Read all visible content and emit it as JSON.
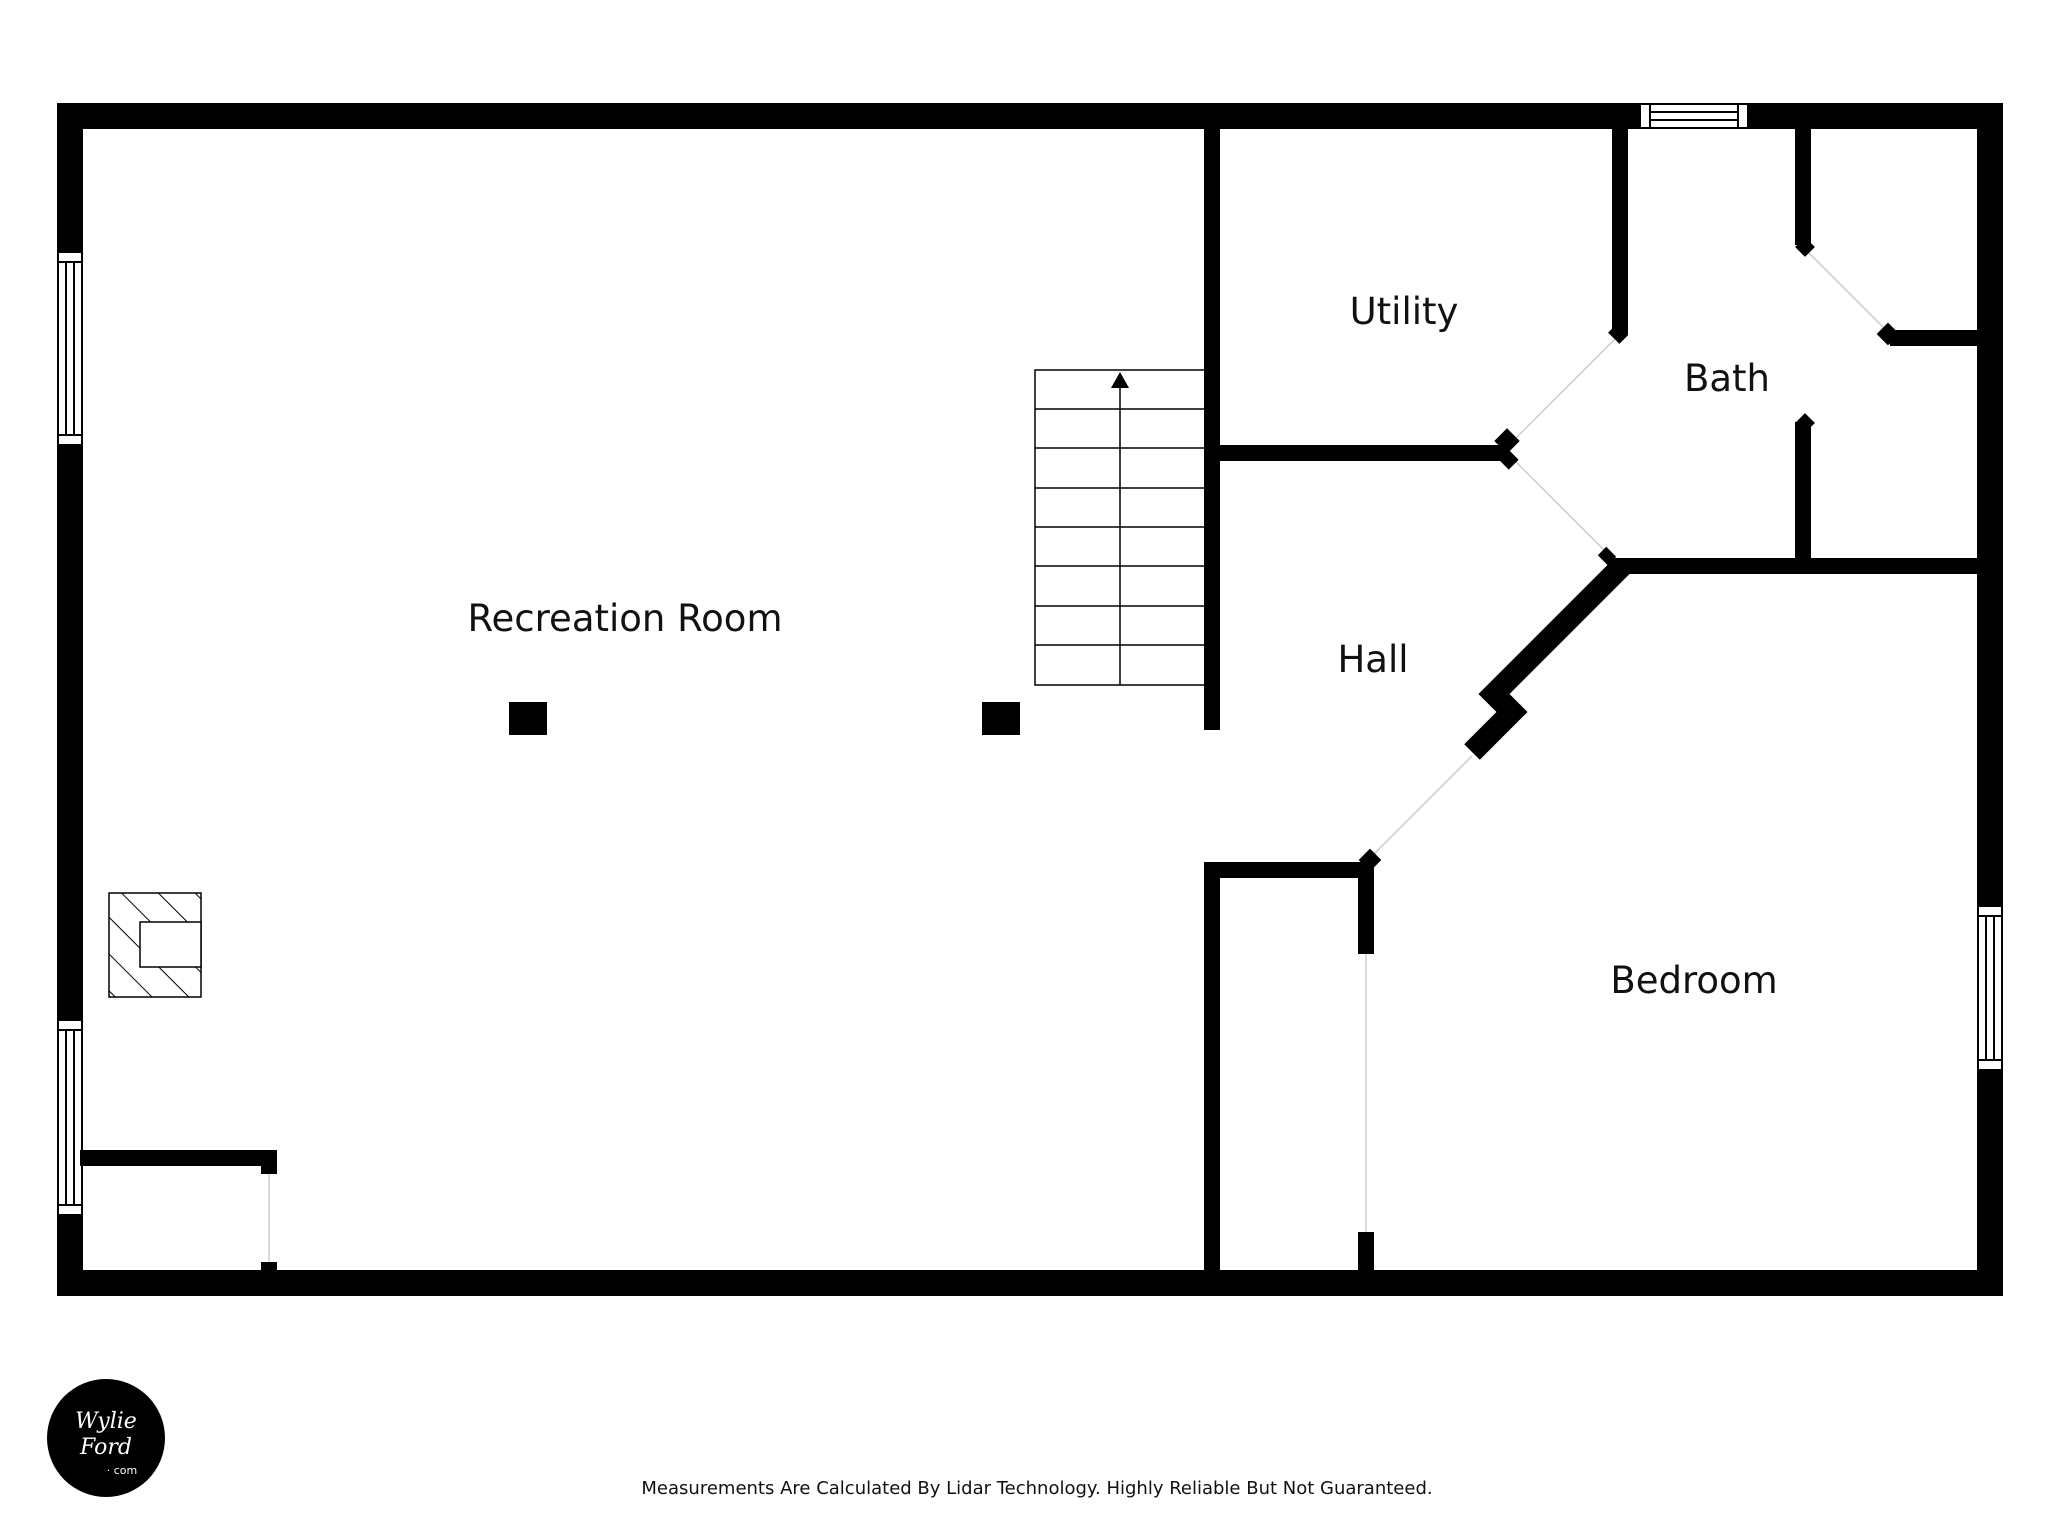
{
  "rooms": {
    "recreation": "Recreation Room",
    "utility": "Utility",
    "bath": "Bath",
    "hall": "Hall",
    "bedroom": "Bedroom"
  },
  "footer": {
    "note": "Measurements Are Calculated By Lidar Technology. Highly Reliable But Not Guaranteed."
  },
  "logo": {
    "line1": "Wylie",
    "line2": "Ford",
    "line3": "· com"
  },
  "colors": {
    "wall": "#000000",
    "background": "#ffffff",
    "window": "#ffffff"
  }
}
